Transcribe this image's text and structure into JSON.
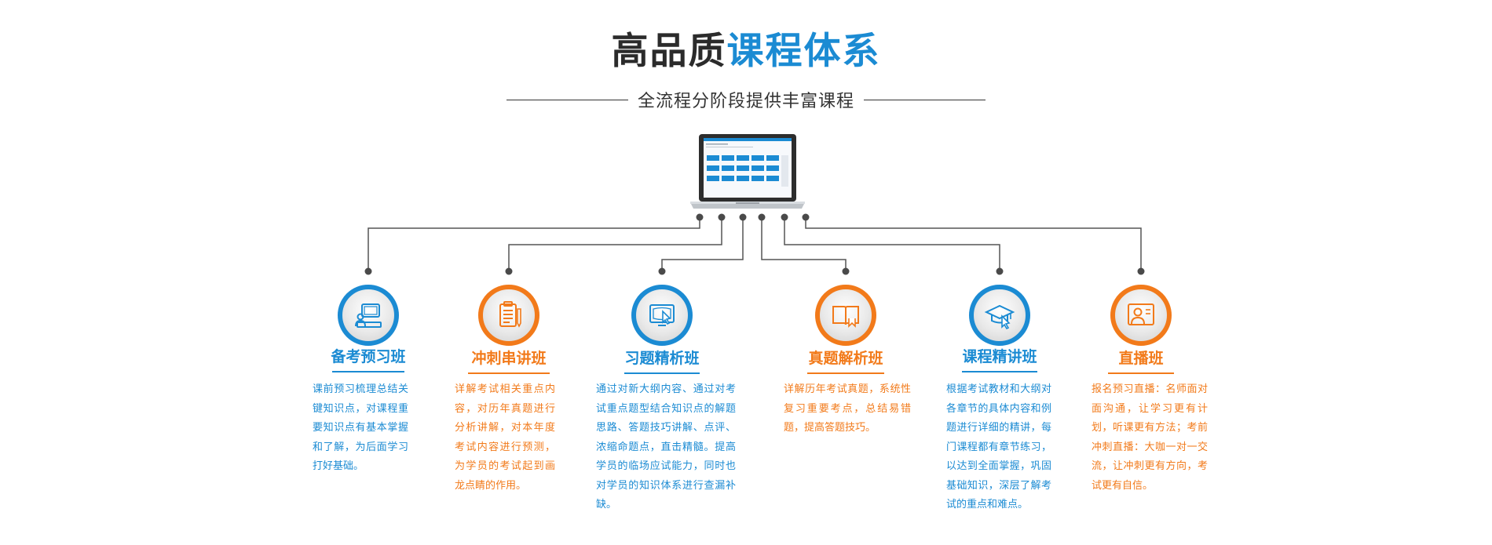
{
  "header": {
    "title_dark": "高品质",
    "title_blue": "课程体系",
    "subtitle": "全流程分阶段提供丰富课程"
  },
  "colors": {
    "blue": "#1b8bd3",
    "orange": "#f27a1a",
    "text_dark": "#2b2b2b"
  },
  "courses": [
    {
      "title": "备考预习班",
      "icon": "presentation-board-icon",
      "color": "blue",
      "description": "课前预习梳理总结关键知识点，对课程重要知识点有基本掌握和了解，为后面学习打好基础。"
    },
    {
      "title": "冲刺串讲班",
      "icon": "clipboard-checklist-icon",
      "color": "orange",
      "description": "详解考试相关重点内容，对历年真题进行分析讲解，对本年度考试内容进行预测，为学员的考试起到画龙点睛的作用。"
    },
    {
      "title": "习题精析班",
      "icon": "screen-cursor-icon",
      "color": "blue",
      "description": "通过对新大纲内容、通过对考试重点题型结合知识点的解题思路、答题技巧讲解、点评、浓缩命题点，直击精髓。提高学员的临场应试能力，同时也对学员的知识体系进行查漏补缺。"
    },
    {
      "title": "真题解析班",
      "icon": "open-book-icon",
      "color": "orange",
      "description": "详解历年考试真题，系统性复习重要考点，总结易错题，提高答题技巧。"
    },
    {
      "title": "课程精讲班",
      "icon": "graduation-cap-icon",
      "color": "blue",
      "description": "根据考试教材和大纲对各章节的具体内容和例题进行详细的精讲，每门课程都有章节练习，以达到全面掌握，巩固基础知识，深层了解考试的重点和难点。"
    },
    {
      "title": "直播班",
      "icon": "live-teacher-icon",
      "color": "orange",
      "description": "报名预习直播：名师面对面沟通，让学习更有计划，听课更有方法；考前冲刺直播：大咖一对一交流，让冲刺更有方向，考试更有自信。"
    }
  ]
}
